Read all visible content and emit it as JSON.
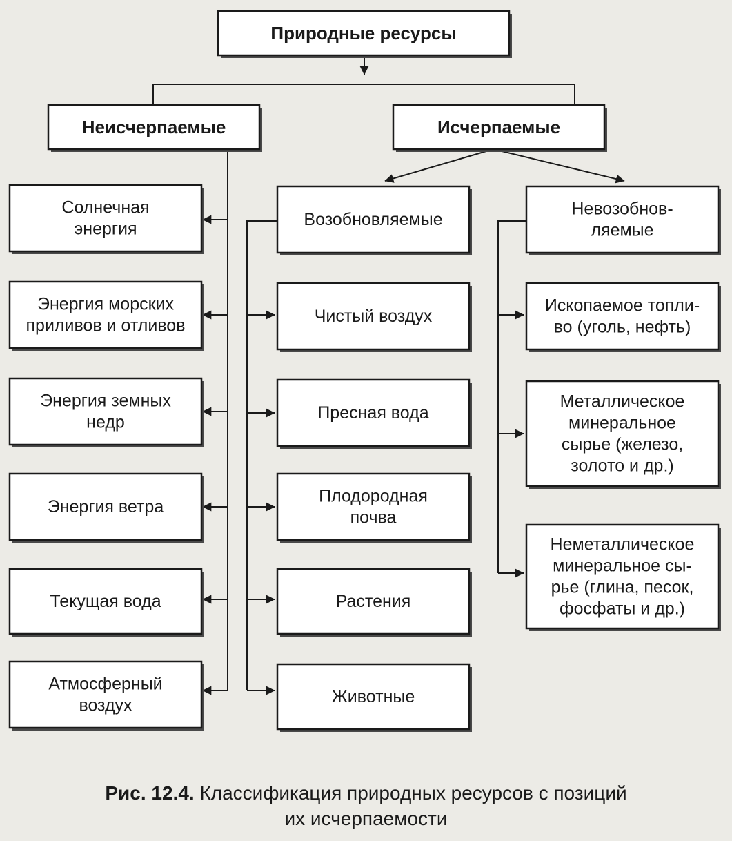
{
  "nodes": {
    "root": [
      "Природные ресурсы"
    ],
    "inexhaustible": [
      "Неисчерпаемые"
    ],
    "exhaustible": [
      "Исчерпаемые"
    ],
    "solar": [
      "Солнечная",
      "энергия"
    ],
    "tidal": [
      "Энергия морских",
      "приливов и отливов"
    ],
    "geothermal": [
      "Энергия земных",
      "недр"
    ],
    "wind": [
      "Энергия ветра"
    ],
    "flowing_water": [
      "Текущая вода"
    ],
    "atmospheric_air": [
      "Атмосферный",
      "воздух"
    ],
    "renewable": [
      "Возобновляемые"
    ],
    "clean_air": [
      "Чистый воздух"
    ],
    "fresh_water": [
      "Пресная вода"
    ],
    "fertile_soil": [
      "Плодородная",
      "почва"
    ],
    "plants": [
      "Растения"
    ],
    "animals": [
      "Животные"
    ],
    "nonrenewable": [
      "Невозобнов-",
      "ляемые"
    ],
    "fossil_fuel": [
      "Ископаемое топли-",
      "во (уголь, нефть)"
    ],
    "metallic": [
      "Металлическое",
      "минеральное",
      "сырье (железо,",
      "золото и др.)"
    ],
    "nonmetallic": [
      "Неметаллическое",
      "минеральное сы-",
      "рье (глина, песок,",
      "фосфаты и др.)"
    ]
  },
  "caption": {
    "label": "Рис. 12.4.",
    "line1": " Классификация природных ресурсов с позиций",
    "line2": "их исчерпаемости"
  }
}
